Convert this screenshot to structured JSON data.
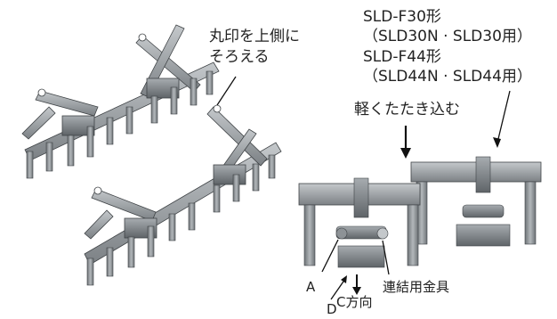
{
  "labels": {
    "align_note_line1": "丸印を上側に",
    "align_note_line2": "そろえる",
    "model_f30": "SLD-F30形",
    "model_f30_sub": "（SLD30N · SLD30用）",
    "model_f44": "SLD-F44形",
    "model_f44_sub": "（SLD44N · SLD44用）",
    "tap_in": "軽くたたき込む",
    "part_a": "A",
    "part_d": "D",
    "direction_c": "C方向",
    "connector": "連結用金具"
  },
  "colors": {
    "part_dark": "#5f6468",
    "part_mid": "#8d9296",
    "part_light": "#c4c8cb",
    "part_edge": "#3f4346",
    "line": "#111111",
    "text": "#222222"
  }
}
